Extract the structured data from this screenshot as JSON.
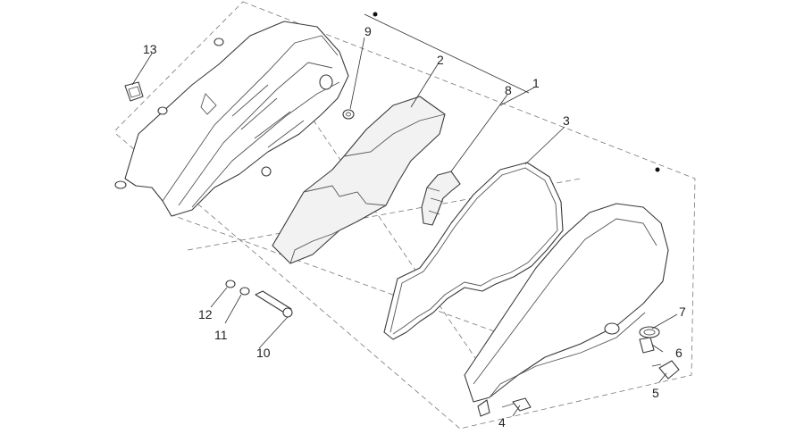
{
  "callouts": {
    "c1": "1",
    "c2": "2",
    "c3": "3",
    "c4": "4",
    "c5": "5",
    "c6": "6",
    "c7": "7",
    "c8": "8",
    "c9": "9",
    "c10": "10",
    "c11": "11",
    "c12": "12",
    "c13": "13"
  },
  "parts": [
    "air-filter-box-body",
    "filter-element",
    "gasket",
    "screw",
    "drain-plug",
    "drain-sleeve",
    "hose-clip",
    "intake-duct",
    "grommet",
    "bolt",
    "washer",
    "washer",
    "spring-clip-nut"
  ]
}
